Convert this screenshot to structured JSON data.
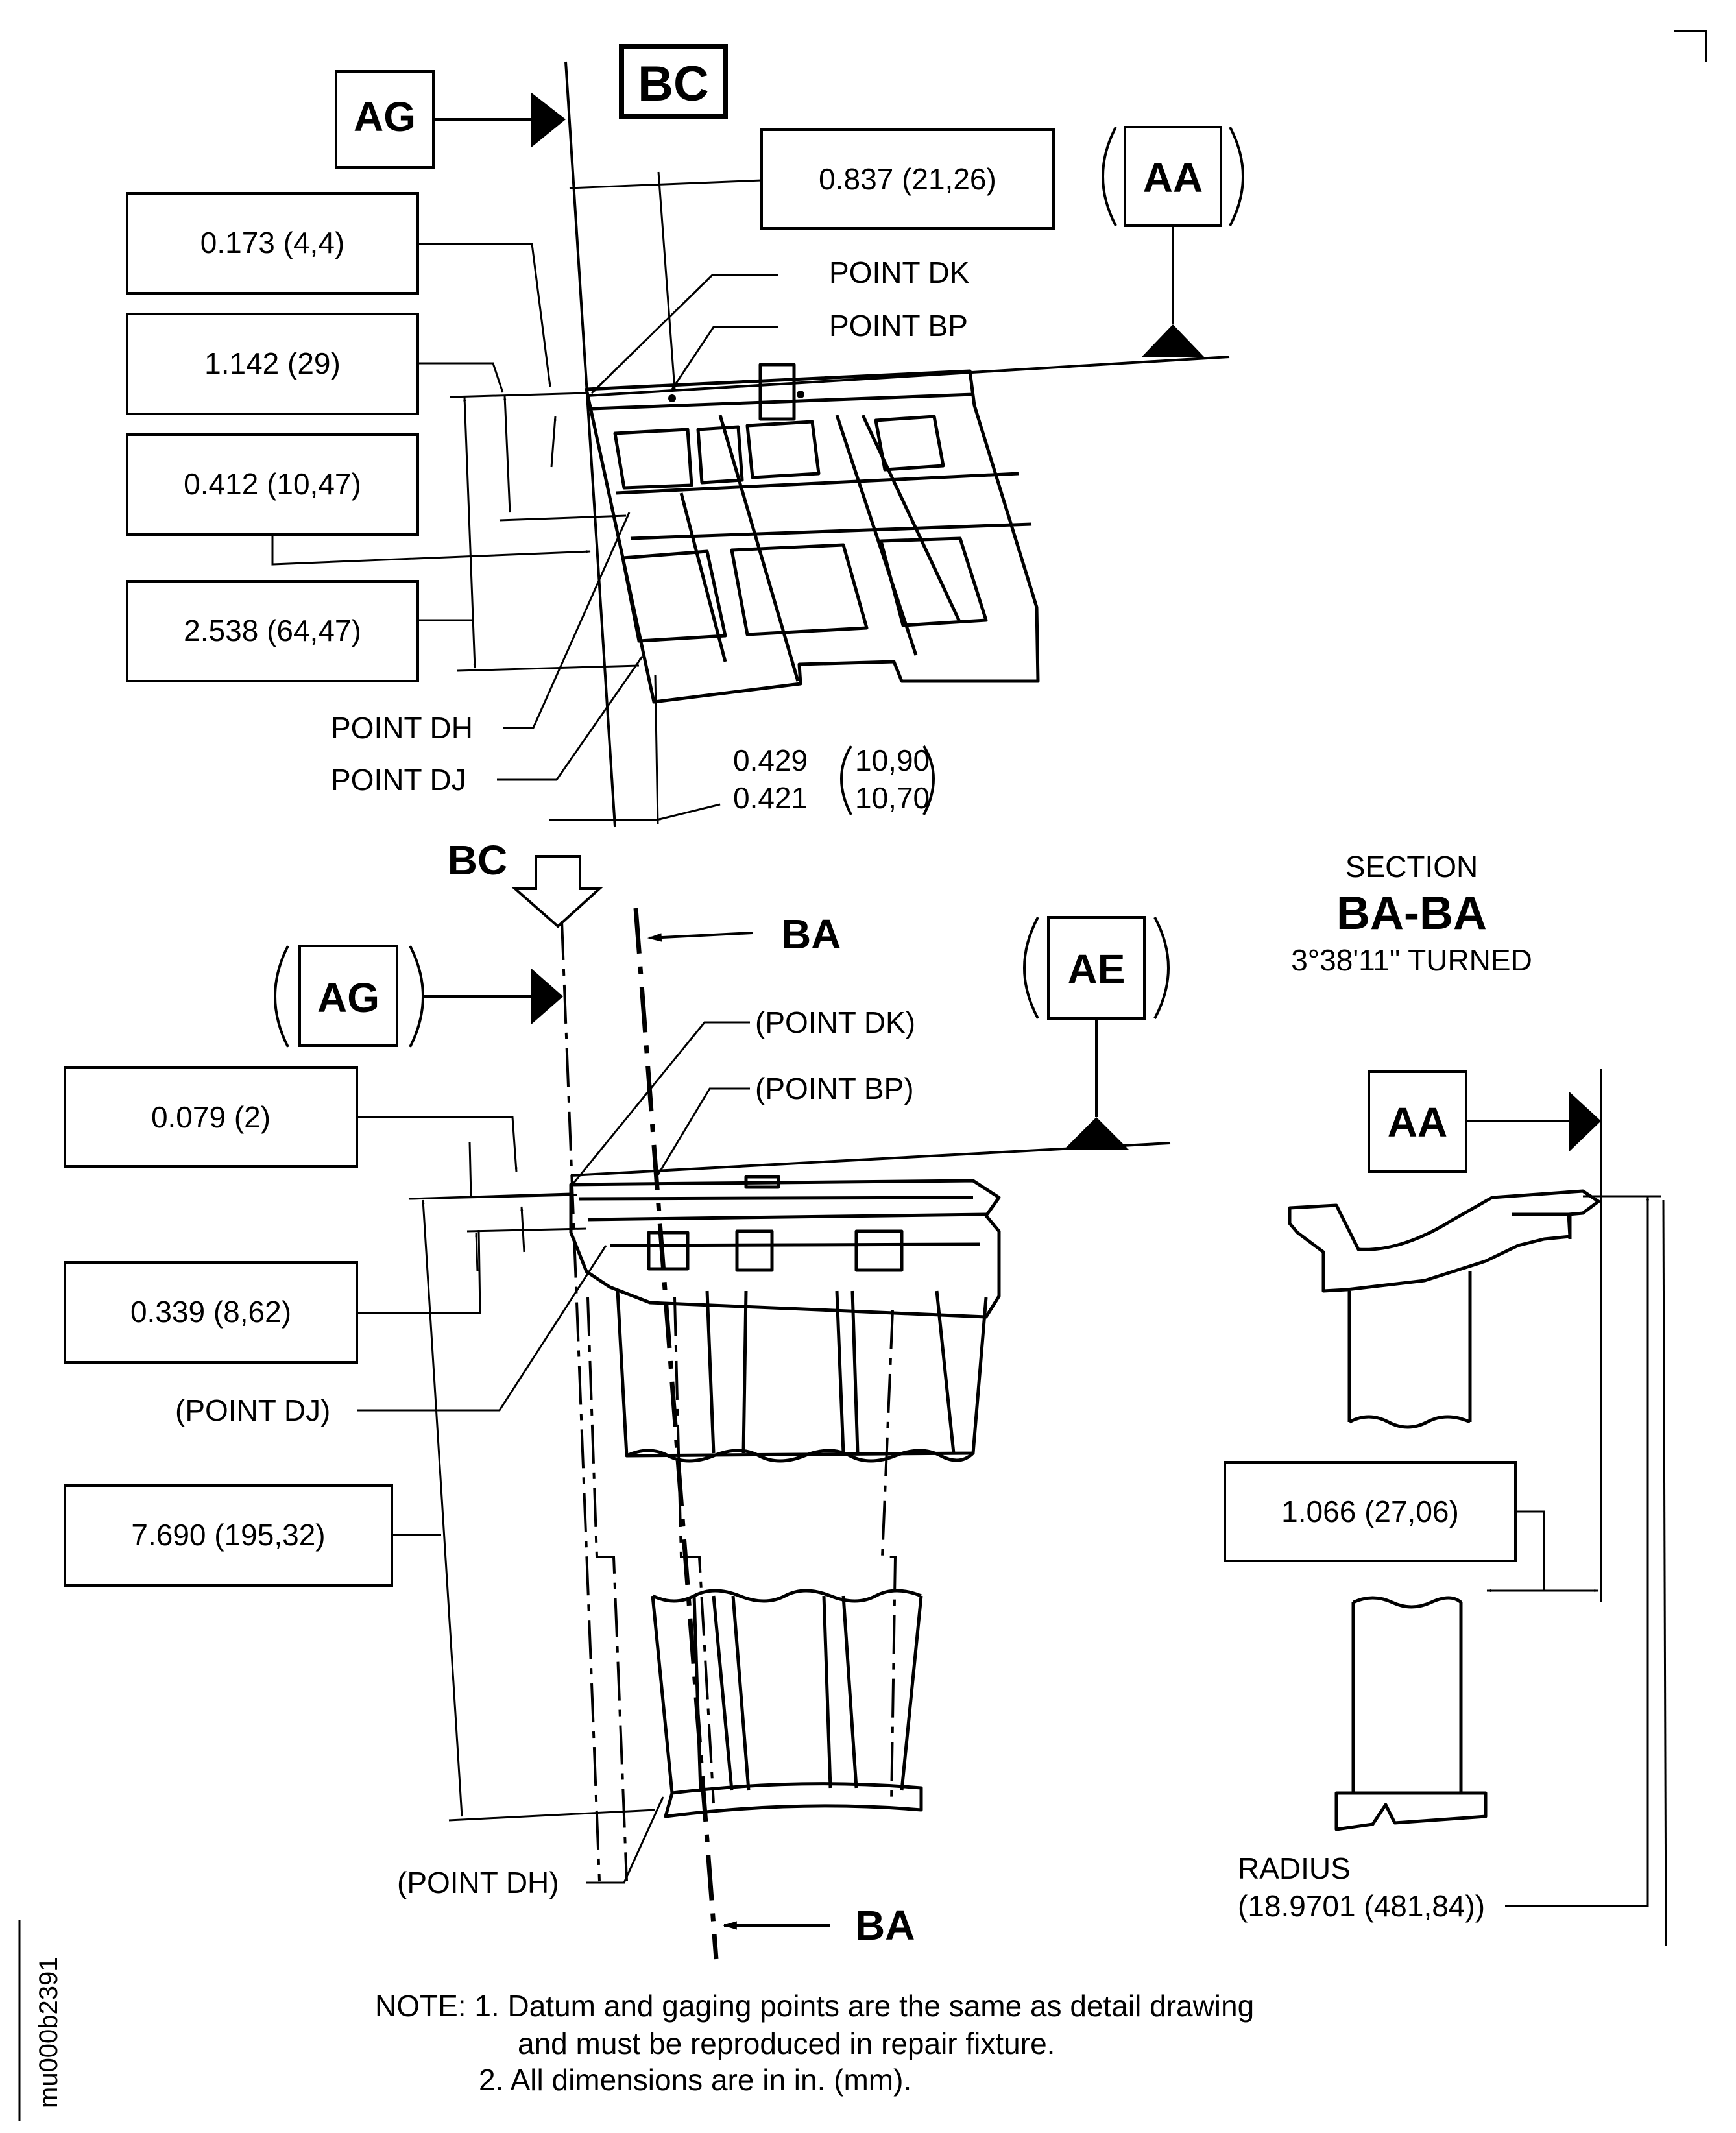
{
  "upper_view": {
    "datum_ag": "AG",
    "view_bc_label": "BC",
    "datum_aa": "AA",
    "dim_0837": "0.837 (21,26)",
    "dim_0173": "0.173 (4,4)",
    "dim_1142": "1.142 (29)",
    "dim_0412": "0.412 (10,47)",
    "dim_2538": "2.538 (64,47)",
    "point_dk": "POINT DK",
    "point_bp": "POINT BP",
    "point_dh": "POINT DH",
    "point_dj": "POINT DJ",
    "tol_upper_in": "0.429",
    "tol_lower_in": "0.421",
    "tol_upper_mm": "10,90",
    "tol_lower_mm": "10,70"
  },
  "lower_view": {
    "view_arrow_label": "BC",
    "datum_ag": "AG",
    "datum_ae": "AE",
    "section_cut_top": "BA",
    "section_cut_bottom": "BA",
    "point_dk": "(POINT DK)",
    "point_bp": "(POINT BP)",
    "point_dj": "(POINT DJ)",
    "point_dh": "(POINT DH)",
    "dim_0079": "0.079 (2)",
    "dim_0339": "0.339 (8,62)",
    "dim_7690": "7.690 (195,32)"
  },
  "section": {
    "heading": "SECTION",
    "name": "BA-BA",
    "turned": "3°38'11\" TURNED",
    "datum_aa": "AA",
    "dim_1066": "1.066 (27,06)",
    "radius_label": "RADIUS",
    "radius_value": "(18.9701 (481,84))"
  },
  "notes": {
    "note_1_line_1": "NOTE: 1. Datum and gaging points are the same as detail drawing",
    "note_1_line_2": "and must be reproduced in repair fixture.",
    "note_2": "2. All dimensions are in in. (mm)."
  },
  "figure_id": "mu000b2391"
}
